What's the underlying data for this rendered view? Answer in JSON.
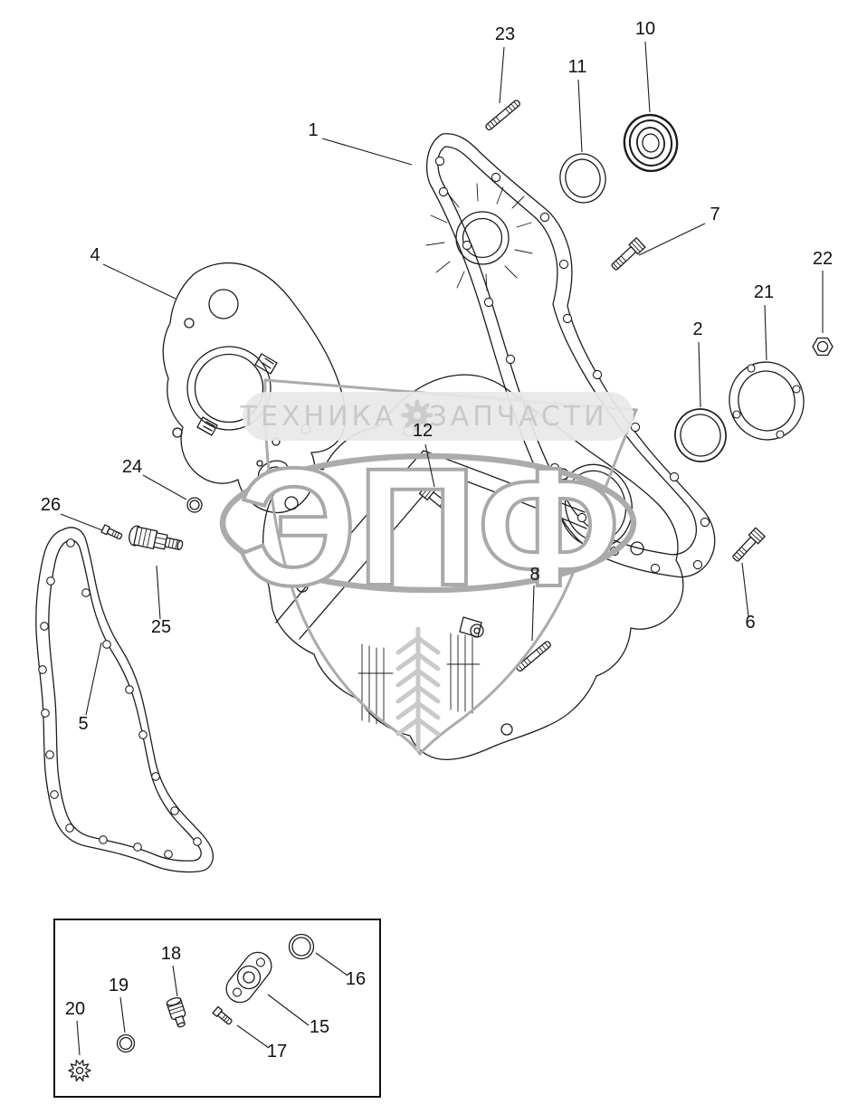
{
  "page": {
    "background": "#ffffff"
  },
  "colors": {
    "ink": "#1c1c1c",
    "watermark_outline": "#ababab",
    "band_bg": "#e8e8e8",
    "band_text": "#c9c9c9",
    "wheat": "#c9c9c9"
  },
  "icons": {
    "watermark_gear": "gear-icon"
  },
  "watermark": {
    "band_left": "ТЕХНИКА",
    "band_right": "ЗАПЧАСТИ",
    "logo": "ЭПФ"
  },
  "callouts": {
    "c1": "1",
    "c2": "2",
    "c4": "4",
    "c5": "5",
    "c6": "6",
    "c7": "7",
    "c8": "8",
    "c10": "10",
    "c11": "11",
    "c12": "12",
    "c15": "15",
    "c16": "16",
    "c17": "17",
    "c18": "18",
    "c19": "19",
    "c20": "20",
    "c21": "21",
    "c22": "22",
    "c23": "23",
    "c24": "24",
    "c25": "25",
    "c26": "26"
  }
}
